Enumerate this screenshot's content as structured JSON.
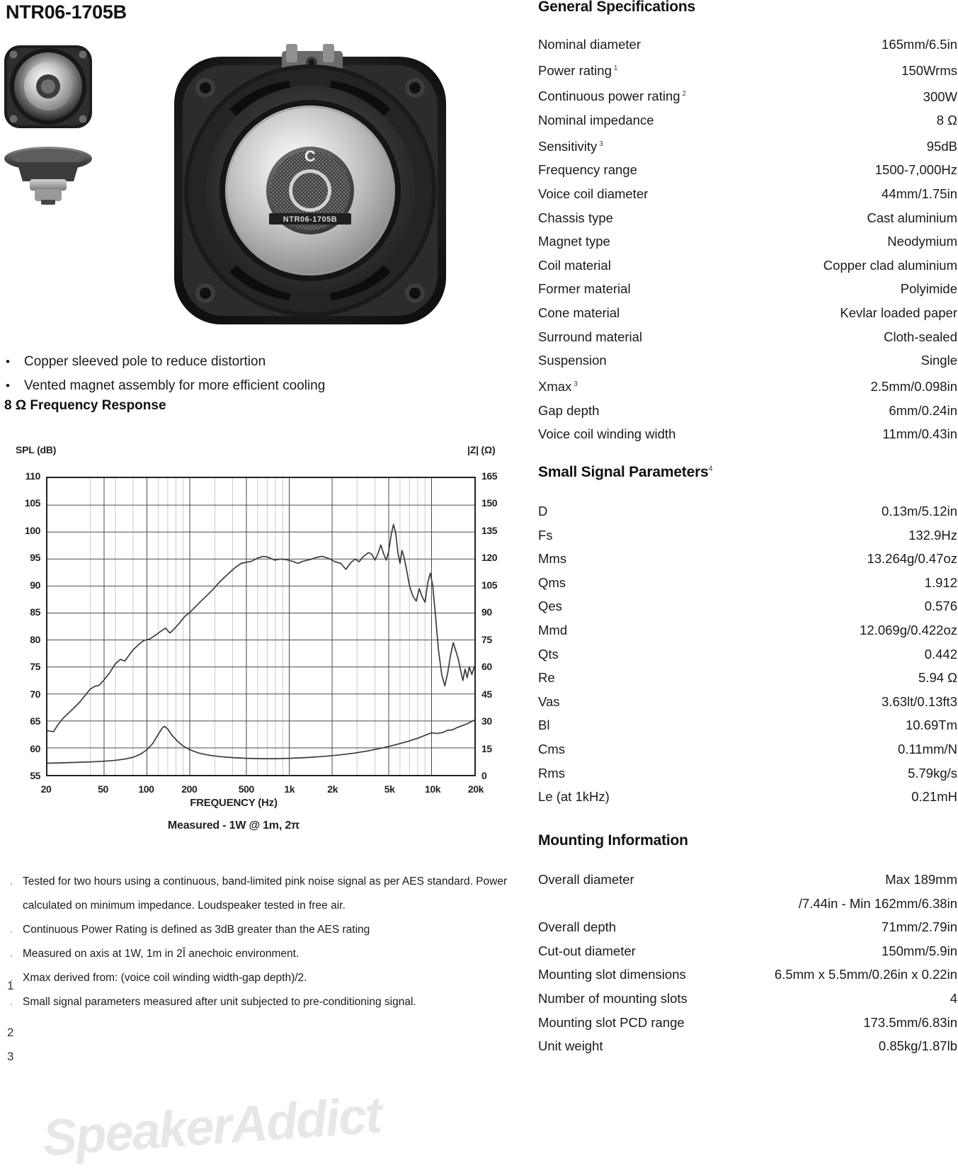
{
  "model": {
    "title": "NTR06-1705B",
    "cone_label": "NTR06-1705B",
    "brand_mark": "C"
  },
  "features": {
    "bullet_glyph": "•",
    "items": [
      "Copper sleeved pole to reduce distortion",
      "Vented magnet assembly for more efficient cooling"
    ],
    "response_heading": "8 Ω Frequency Response"
  },
  "watermark": "SpeakerAddict",
  "chart_data": {
    "type": "line",
    "title": "FREQUENCY (Hz)",
    "subtitle": "Measured - 1W @ 1m, 2π",
    "xlabel": "FREQUENCY (Hz)",
    "ylabel_left": "SPL (dB)",
    "ylabel_right": "|Z| (Ω)",
    "xscale": "log",
    "xlim": [
      20,
      20000
    ],
    "ylim_left": [
      55,
      110
    ],
    "ylim_right": [
      0,
      165
    ],
    "grid": true,
    "legend": "none",
    "xticks": [
      "20",
      "50",
      "100",
      "200",
      "500",
      "1k",
      "2k",
      "5k",
      "10k",
      "20k"
    ],
    "xtick_values": [
      20,
      50,
      100,
      200,
      500,
      1000,
      2000,
      5000,
      10000,
      20000
    ],
    "yticks_left": [
      110,
      105,
      100,
      95,
      90,
      85,
      80,
      75,
      70,
      65,
      60,
      55
    ],
    "yticks_right": [
      165,
      150,
      135,
      120,
      105,
      90,
      75,
      60,
      45,
      30,
      15,
      0
    ],
    "series": [
      {
        "name": "SPL",
        "axis": "left",
        "unit": "dB",
        "points": [
          [
            20,
            63.2
          ],
          [
            22,
            63.0
          ],
          [
            24,
            64.5
          ],
          [
            26,
            65.6
          ],
          [
            28,
            66.4
          ],
          [
            31,
            67.5
          ],
          [
            34,
            68.6
          ],
          [
            37,
            69.8
          ],
          [
            40,
            70.9
          ],
          [
            43,
            71.4
          ],
          [
            46,
            71.6
          ],
          [
            50,
            72.6
          ],
          [
            55,
            74.0
          ],
          [
            60,
            75.6
          ],
          [
            65,
            76.4
          ],
          [
            70,
            76.1
          ],
          [
            75,
            77.2
          ],
          [
            80,
            78.2
          ],
          [
            88,
            79.2
          ],
          [
            95,
            79.9
          ],
          [
            105,
            80.2
          ],
          [
            115,
            80.9
          ],
          [
            125,
            81.6
          ],
          [
            135,
            82.2
          ],
          [
            145,
            81.3
          ],
          [
            155,
            82.0
          ],
          [
            170,
            83.2
          ],
          [
            185,
            84.4
          ],
          [
            200,
            85.1
          ],
          [
            220,
            86.2
          ],
          [
            240,
            87.2
          ],
          [
            265,
            88.3
          ],
          [
            290,
            89.3
          ],
          [
            320,
            90.6
          ],
          [
            350,
            91.6
          ],
          [
            385,
            92.6
          ],
          [
            420,
            93.5
          ],
          [
            460,
            94.2
          ],
          [
            500,
            94.4
          ],
          [
            545,
            94.6
          ],
          [
            600,
            95.2
          ],
          [
            660,
            95.5
          ],
          [
            720,
            95.3
          ],
          [
            790,
            94.8
          ],
          [
            870,
            95.0
          ],
          [
            950,
            94.9
          ],
          [
            1050,
            94.6
          ],
          [
            1150,
            94.2
          ],
          [
            1250,
            94.6
          ],
          [
            1400,
            94.9
          ],
          [
            1550,
            95.3
          ],
          [
            1700,
            95.5
          ],
          [
            1900,
            95.1
          ],
          [
            2100,
            94.5
          ],
          [
            2300,
            94.2
          ],
          [
            2500,
            93.1
          ],
          [
            2700,
            94.3
          ],
          [
            2900,
            95.0
          ],
          [
            3100,
            94.5
          ],
          [
            3300,
            95.4
          ],
          [
            3600,
            96.2
          ],
          [
            3800,
            95.9
          ],
          [
            4000,
            94.8
          ],
          [
            4200,
            96.0
          ],
          [
            4400,
            97.6
          ],
          [
            4600,
            96.0
          ],
          [
            4800,
            94.8
          ],
          [
            5000,
            96.4
          ],
          [
            5200,
            99.5
          ],
          [
            5400,
            101.4
          ],
          [
            5600,
            99.8
          ],
          [
            5800,
            96.2
          ],
          [
            6000,
            94.2
          ],
          [
            6200,
            96.6
          ],
          [
            6400,
            95.4
          ],
          [
            6700,
            92.8
          ],
          [
            7000,
            90.0
          ],
          [
            7400,
            88.1
          ],
          [
            7800,
            87.2
          ],
          [
            8200,
            89.5
          ],
          [
            8600,
            88.0
          ],
          [
            9000,
            87.0
          ],
          [
            9400,
            90.6
          ],
          [
            9800,
            92.4
          ],
          [
            10200,
            90.0
          ],
          [
            10700,
            84.0
          ],
          [
            11200,
            78.0
          ],
          [
            11800,
            73.5
          ],
          [
            12400,
            71.5
          ],
          [
            13000,
            74.0
          ],
          [
            13600,
            77.2
          ],
          [
            14200,
            79.5
          ],
          [
            14800,
            78.0
          ],
          [
            15400,
            76.5
          ],
          [
            16000,
            74.4
          ],
          [
            16600,
            72.5
          ],
          [
            17200,
            74.6
          ],
          [
            17800,
            73.0
          ],
          [
            18400,
            75.0
          ],
          [
            19200,
            73.6
          ],
          [
            20000,
            75.1
          ]
        ]
      },
      {
        "name": "Impedance",
        "axis": "right",
        "unit": "ohm",
        "points": [
          [
            20,
            6.5
          ],
          [
            25,
            6.7
          ],
          [
            30,
            6.9
          ],
          [
            40,
            7.2
          ],
          [
            50,
            7.6
          ],
          [
            60,
            8.1
          ],
          [
            70,
            8.8
          ],
          [
            80,
            9.8
          ],
          [
            90,
            11.5
          ],
          [
            100,
            14.0
          ],
          [
            110,
            17.5
          ],
          [
            120,
            22.5
          ],
          [
            128,
            26.0
          ],
          [
            133,
            27.0
          ],
          [
            140,
            25.5
          ],
          [
            150,
            22.0
          ],
          [
            165,
            18.5
          ],
          [
            180,
            16.0
          ],
          [
            200,
            14.0
          ],
          [
            230,
            12.2
          ],
          [
            270,
            11.0
          ],
          [
            320,
            10.2
          ],
          [
            400,
            9.6
          ],
          [
            500,
            9.2
          ],
          [
            650,
            9.0
          ],
          [
            800,
            9.0
          ],
          [
            1000,
            9.2
          ],
          [
            1300,
            9.6
          ],
          [
            1700,
            10.2
          ],
          [
            2200,
            11.0
          ],
          [
            2800,
            12.0
          ],
          [
            3500,
            13.2
          ],
          [
            4400,
            14.8
          ],
          [
            5500,
            16.6
          ],
          [
            6800,
            18.6
          ],
          [
            8000,
            20.4
          ],
          [
            9000,
            22.0
          ],
          [
            10000,
            23.4
          ],
          [
            11000,
            23.0
          ],
          [
            12000,
            23.6
          ],
          [
            13000,
            24.8
          ],
          [
            14000,
            25.0
          ],
          [
            15000,
            26.2
          ],
          [
            16500,
            27.4
          ],
          [
            18000,
            28.6
          ],
          [
            19000,
            29.6
          ],
          [
            20000,
            30.4
          ]
        ]
      }
    ]
  },
  "footnotes": {
    "marker_glyph": ".",
    "items": [
      "Tested for two hours using a continuous, band-limited pink noise signal as per AES standard. Power calculated on minimum impedance. Loudspeaker tested in free air.",
      "Continuous Power Rating is defined as 3dB greater than the AES rating",
      "Measured on axis at 1W, 1m in 2Î  anechoic environment.",
      "Xmax derived from: (voice coil winding width-gap depth)/2.",
      "Small signal parameters measured after unit subjected to pre-conditioning signal."
    ],
    "stray_numerals": [
      "1",
      "2",
      "3"
    ]
  },
  "general_specifications": {
    "heading": "General Specifications",
    "rows": [
      {
        "label": "Nominal diameter",
        "sup": "",
        "value": "165mm/6.5in"
      },
      {
        "label": "Power rating",
        "sup": "1",
        "value": "150Wrms"
      },
      {
        "label": "Continuous power rating",
        "sup": "2",
        "value": "300W"
      },
      {
        "label": "Nominal impedance",
        "sup": "",
        "value": "8 Ω"
      },
      {
        "label": "Sensitivity",
        "sup": "3",
        "value": "95dB"
      },
      {
        "label": "Frequency range",
        "sup": "",
        "value": "1500-7,000Hz"
      },
      {
        "label": "Voice coil diameter",
        "sup": "",
        "value": "44mm/1.75in"
      },
      {
        "label": "Chassis type",
        "sup": "",
        "value": "Cast aluminium"
      },
      {
        "label": "Magnet type",
        "sup": "",
        "value": "Neodymium"
      },
      {
        "label": "Coil material",
        "sup": "",
        "value": "Copper clad aluminium"
      },
      {
        "label": "Former material",
        "sup": "",
        "value": "Polyimide"
      },
      {
        "label": "Cone material",
        "sup": "",
        "value": "Kevlar loaded paper"
      },
      {
        "label": "Surround material",
        "sup": "",
        "value": "Cloth-sealed"
      },
      {
        "label": "Suspension",
        "sup": "",
        "value": "Single"
      },
      {
        "label": "Xmax",
        "sup": "3",
        "value": "2.5mm/0.098in"
      },
      {
        "label": "Gap depth",
        "sup": "",
        "value": "6mm/0.24in"
      },
      {
        "label": "Voice coil winding width",
        "sup": "",
        "value": "11mm/0.43in"
      }
    ]
  },
  "small_signal_parameters": {
    "heading": "Small Signal Parameters",
    "heading_sup": "4",
    "rows": [
      {
        "label": "D",
        "value": "0.13m/5.12in"
      },
      {
        "label": "Fs",
        "value": "132.9Hz"
      },
      {
        "label": "Mms",
        "value": "13.264g/0.47oz"
      },
      {
        "label": "Qms",
        "value": "1.912"
      },
      {
        "label": "Qes",
        "value": "0.576"
      },
      {
        "label": "Mmd",
        "value": "12.069g/0.422oz"
      },
      {
        "label": "Qts",
        "value": "0.442"
      },
      {
        "label": "Re",
        "value": "5.94 Ω"
      },
      {
        "label": "Vas",
        "value": "3.63lt/0.13ft3"
      },
      {
        "label": "Bl",
        "value": "10.69Tm"
      },
      {
        "label": "Cms",
        "value": "0.11mm/N"
      },
      {
        "label": "Rms",
        "value": "5.79kg/s"
      },
      {
        "label": "Le (at 1kHz)",
        "value": "0.21mH"
      }
    ]
  },
  "mounting_information": {
    "heading": "Mounting Information",
    "rows": [
      {
        "label": "Overall diameter",
        "value": "Max 189mm",
        "continuation": "/7.44in - Min 162mm/6.38in"
      },
      {
        "label": "Overall depth",
        "value": "71mm/2.79in"
      },
      {
        "label": "Cut-out diameter",
        "value": "150mm/5.9in"
      },
      {
        "label": "Mounting slot dimensions",
        "value": "6.5mm x 5.5mm/0.26in x 0.22in"
      },
      {
        "label": "Number of mounting slots",
        "value": "4"
      },
      {
        "label": "Mounting slot PCD range",
        "value": "173.5mm/6.83in"
      },
      {
        "label": "Unit weight",
        "value": "0.85kg/1.87lb"
      }
    ]
  },
  "colors": {
    "text": "#1a1a1a",
    "axis": "#222222",
    "grid_major": "#4a4a4a",
    "grid_minor": "#c9c9c9",
    "curve": "#3a3a3a"
  }
}
